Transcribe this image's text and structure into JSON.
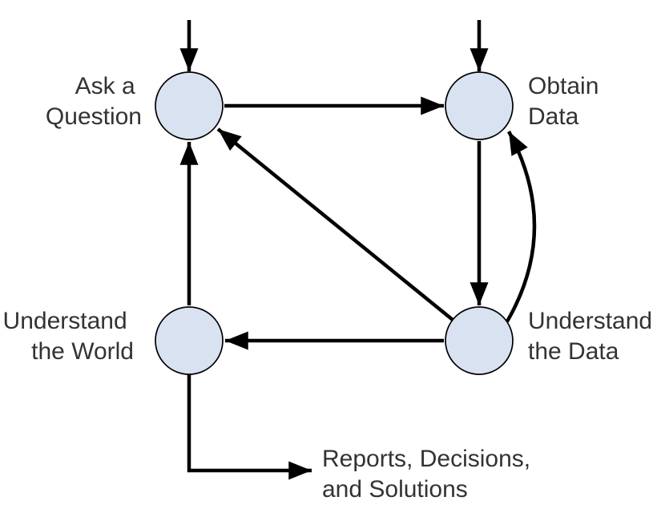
{
  "colors": {
    "background": "#ffffff",
    "node_fill": "#d9e2f1",
    "node_stroke": "#000000",
    "arrow": "#000000",
    "text": "#333333"
  },
  "nodes": {
    "ask_question": {
      "line1": "Ask a",
      "line2": "Question"
    },
    "obtain_data": {
      "line1": "Obtain",
      "line2": "Data"
    },
    "understand_data": {
      "line1": "Understand",
      "line2": "the Data"
    },
    "understand_world": {
      "line1": "Understand",
      "line2": "the World"
    }
  },
  "output": {
    "line1": "Reports, Decisions,",
    "line2": "and Solutions"
  },
  "edges": [
    {
      "from": "start",
      "to": "ask_question",
      "style": "straight"
    },
    {
      "from": "start",
      "to": "obtain_data",
      "style": "straight"
    },
    {
      "from": "ask_question",
      "to": "obtain_data",
      "style": "straight"
    },
    {
      "from": "obtain_data",
      "to": "understand_data",
      "style": "straight"
    },
    {
      "from": "understand_data",
      "to": "obtain_data",
      "style": "curved"
    },
    {
      "from": "understand_data",
      "to": "ask_question",
      "style": "straight"
    },
    {
      "from": "understand_data",
      "to": "understand_world",
      "style": "straight"
    },
    {
      "from": "understand_world",
      "to": "ask_question",
      "style": "straight"
    },
    {
      "from": "understand_world",
      "to": "reports_decisions_solutions",
      "style": "elbow"
    }
  ]
}
